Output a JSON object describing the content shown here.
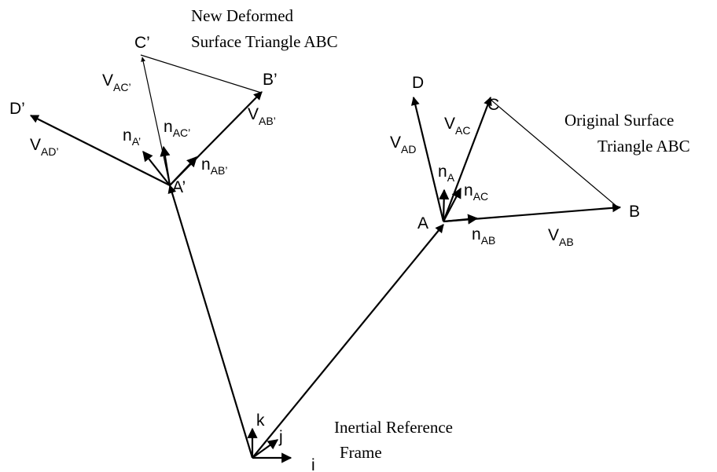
{
  "captions": {
    "deformed_line1": "New Deformed",
    "deformed_line2": "Surface Triangle ABC",
    "original_line1": "Original Surface",
    "original_line2": "Triangle ABC",
    "frame_line1": "Inertial Reference",
    "frame_line2": "Frame"
  },
  "points": {
    "A": "A",
    "B": "B",
    "C": "C",
    "D": "D",
    "A_prime": "A’",
    "B_prime": "B’",
    "C_prime": "C’",
    "D_prime": "D’"
  },
  "vectors": {
    "v_base": "V",
    "n_base": "n",
    "AB": "AB",
    "AC": "AC",
    "AD": "AD",
    "AB_prime": "AB’",
    "AC_prime": "AC’",
    "AD_prime": "AD’",
    "A": "A",
    "A_prime": "A’"
  },
  "axes": {
    "i": "i",
    "j": "j",
    "k": "k"
  },
  "colors": {
    "stroke": "#000000",
    "background": "#ffffff"
  }
}
